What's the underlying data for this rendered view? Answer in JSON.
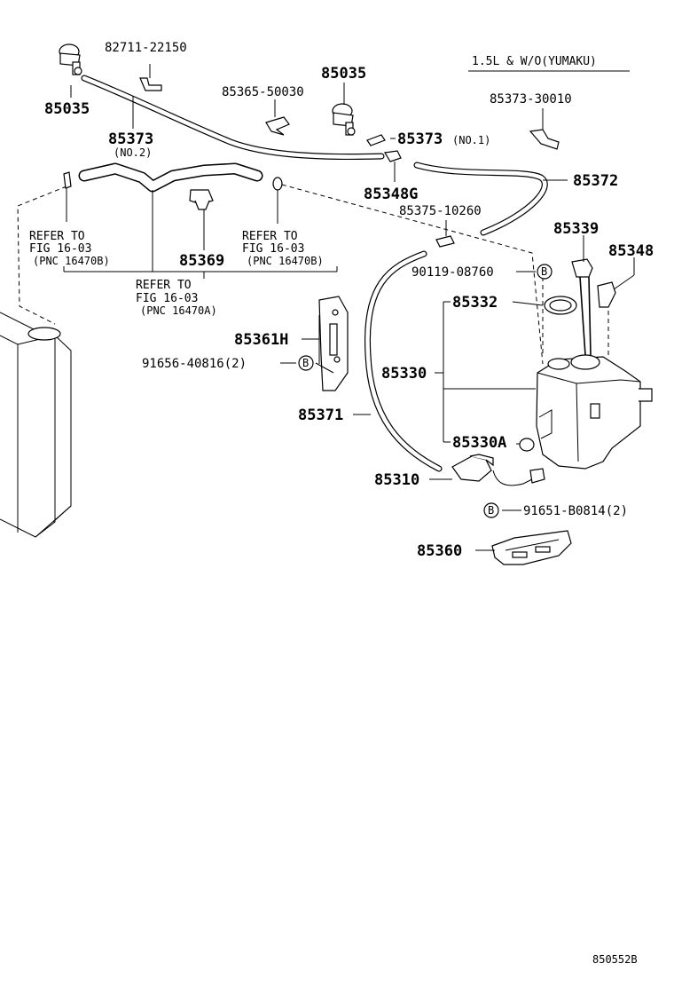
{
  "header": {
    "variant": "1.5L & W/O(YUMAKU)"
  },
  "labels": {
    "p82711": "82711-22150",
    "p85035_left": "85035",
    "p85035_right": "85035",
    "p85365": "85365-50030",
    "p85373_no2": "85373",
    "no2": "(NO.2)",
    "p85373_no1": "85373",
    "no1": "(NO.1)",
    "p85373_30010": "85373-30010",
    "p85348g": "85348G",
    "p85372": "85372",
    "p85375": "85375-10260",
    "p85369": "85369",
    "p85339": "85339",
    "p85348": "85348",
    "p90119": "90119-08760",
    "p85332": "85332",
    "p85361h": "85361H",
    "p91656": "91656-40816(2)",
    "p85330": "85330",
    "p85371": "85371",
    "p85330a": "85330A",
    "p85310": "85310",
    "p91651": "91651-B0814(2)",
    "p85360": "85360",
    "circle_b": "B"
  },
  "refer_left": {
    "line1": "REFER TO",
    "line2": "FIG 16-03",
    "line3": "(PNC 16470B)"
  },
  "refer_right": {
    "line1": "REFER TO",
    "line2": "FIG 16-03",
    "line3": "(PNC 16470B)"
  },
  "refer_center": {
    "line1": "REFER TO",
    "line2": "FIG 16-03",
    "line3": "(PNC 16470A)"
  },
  "footer": {
    "diagram_code": "850552B"
  }
}
